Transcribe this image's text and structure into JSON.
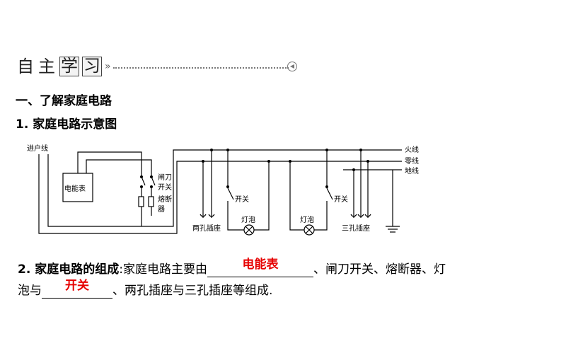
{
  "banner": {
    "chars": [
      "自",
      "主",
      "学",
      "习"
    ]
  },
  "section": {
    "heading": "一、了解家庭电路",
    "subheading": "1. 家庭电路示意图"
  },
  "diagram": {
    "entry": "进户线",
    "meter": "电能表",
    "switch_knife": [
      "闸刀",
      "开关"
    ],
    "fuse": [
      "熔断",
      "器"
    ],
    "live": "火线",
    "neutral": "零线",
    "ground": "地线",
    "switch1": "开关",
    "switch2": "开关",
    "bulb1": "灯泡",
    "bulb2": "灯泡",
    "socket2": "两孔插座",
    "socket3": "三孔插座"
  },
  "question": {
    "prefix": "2. 家庭电路的组成",
    "colon": ":",
    "text1": "家庭电路主要由",
    "answer1": "电能表",
    "text2": "、闸刀开关、熔断器、灯",
    "text3": "泡与",
    "answer2": "开关",
    "text4": "、两孔插座与三孔插座等组成."
  }
}
